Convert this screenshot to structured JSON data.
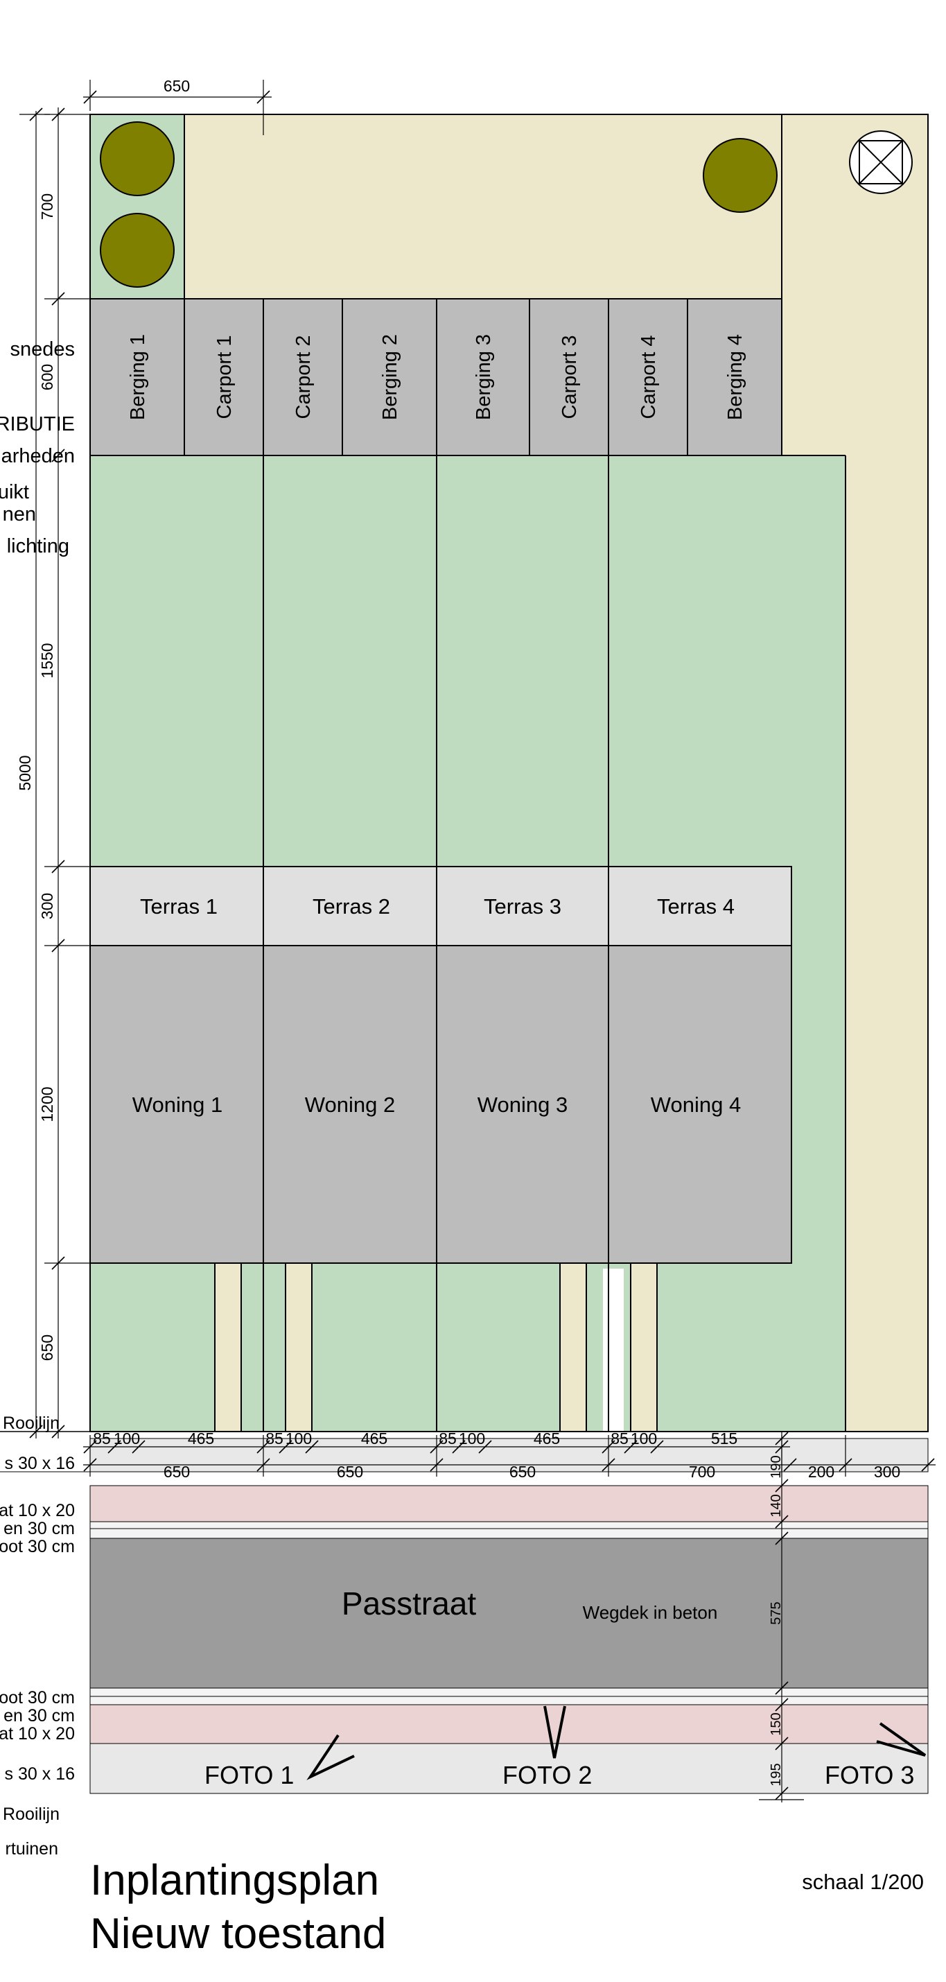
{
  "colors": {
    "cream": "#ede8cc",
    "green": "#c0dcc0",
    "olive": "#808000",
    "building_gray": "#bcbcbc",
    "storage_gray": "#bcbcbc",
    "terrace": "#e0e0e0",
    "road": "#9c9c9c",
    "parking": "#ecd3d3",
    "walkway": "#e8e8e8",
    "line": "#000000"
  },
  "storage_units": [
    "Berging 1",
    "Carport 1",
    "Carport 2",
    "Berging 2",
    "Berging 3",
    "Carport 3",
    "Carport 4",
    "Berging 4"
  ],
  "terraces": [
    "Terras 1",
    "Terras 2",
    "Terras 3",
    "Terras 4"
  ],
  "houses": [
    "Woning 1",
    "Woning 2",
    "Woning 3",
    "Woning 4"
  ],
  "left_labels": {
    "snedes": "snedes",
    "ributie": "RIBUTIE",
    "arheden": "arheden",
    "uikt": "uikt",
    "nen": "nen",
    "lichting": "lichting",
    "rooilijn_top": "Rooilijn",
    "tegels_top": "s 30 x 16",
    "parkeer_top": "at 10 x 20",
    "goot_top_a": "en 30 cm",
    "goot_top_b": "oot 30 cm",
    "goot_bottom_a": "oot 30 cm",
    "goot_bottom_b": "en 30 cm",
    "parkeer_bottom": "at 10 x 20",
    "tegels_bottom": "s 30 x 16",
    "rooilijn_bottom": "Rooilijn",
    "voortuinen": "rtuinen"
  },
  "dimensions": {
    "top_width": "650",
    "v_700": "700",
    "v_600": "600",
    "v_1550": "1550",
    "v_5000": "5000",
    "v_300": "300",
    "v_1200": "1200",
    "v_650": "650",
    "row1": [
      "85",
      "100",
      "465",
      "85",
      "100",
      "465",
      "85",
      "100",
      "465",
      "85",
      "100",
      "515"
    ],
    "row2": [
      "650",
      "650",
      "650",
      "700",
      "200",
      "300"
    ],
    "r_190": "190",
    "r_140": "140",
    "r_575": "575",
    "r_150": "150",
    "r_195": "195"
  },
  "road": {
    "name": "Passtraat",
    "surface": "Wegdek in beton"
  },
  "photos": [
    "FOTO 1",
    "FOTO 2",
    "FOTO 3"
  ],
  "title": {
    "line1": "Inplantingsplan",
    "line2": "Nieuw toestand"
  },
  "scale": "schaal 1/200"
}
